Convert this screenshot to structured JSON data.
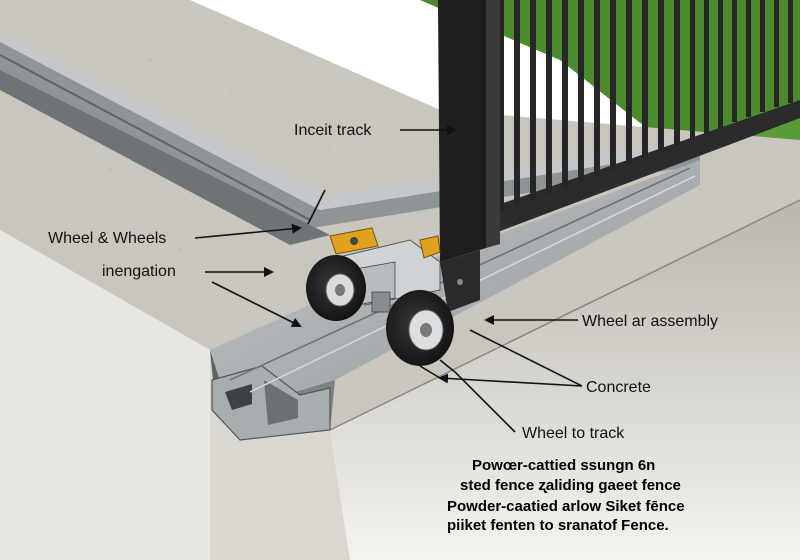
{
  "labels": {
    "insert_track": "Inceit track",
    "wheel_wheels": "Wheel & Wheels",
    "inengation": "inengation",
    "wheel_assembly": "Wheel ar assembly",
    "concrete": "Concrete",
    "wheel_to_track": "Wheel to track"
  },
  "caption": {
    "line1": "Powœr-cattied ssungn 6n",
    "line2": "sted fence ʐaliding gaeet fence",
    "line3": "Powder-caatied arlow Siket fēnce",
    "line4": "piiket fenten to sranatof Fence."
  },
  "colors": {
    "grass": "#4c8a2e",
    "concrete": "#c9c6bd",
    "track_steel": "#9ea3a6",
    "gate_black": "#1e1e1e",
    "bracket_orange": "#e0a21c",
    "arrow": "#111111"
  }
}
